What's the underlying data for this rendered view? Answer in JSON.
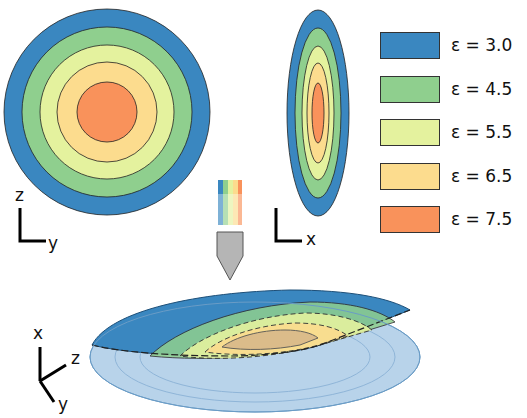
{
  "diagram": {
    "labels": [
      "z",
      "y",
      "x",
      "x",
      "z",
      "y"
    ],
    "legend": [
      {
        "text": "ε = 3.0",
        "color": "#3a87c0"
      },
      {
        "text": "ε = 4.5",
        "color": "#8fcf8e"
      },
      {
        "text": "ε = 5.5",
        "color": "#e4f29e"
      },
      {
        "text": "ε = 6.5",
        "color": "#fcdc8e"
      },
      {
        "text": "ε = 7.5",
        "color": "#f9925b"
      }
    ]
  }
}
